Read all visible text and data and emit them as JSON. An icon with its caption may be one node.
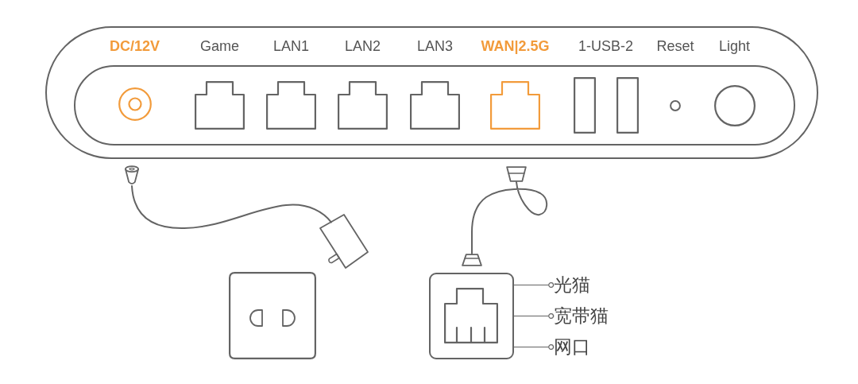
{
  "diagram": {
    "nodes": [
      {
        "text": [],
        "shape": "box"
      },
      {
        "text": [
          "DC/12V"
        ],
        "in": 0
      },
      {
        "text": [
          "Game"
        ],
        "in": 0
      },
      {
        "text": [
          "LAN1"
        ],
        "in": 0
      },
      {
        "text": [
          "LAN2"
        ],
        "in": 0
      },
      {
        "text": [
          "LAN3"
        ],
        "in": 0
      },
      {
        "text": [
          "WAN|2.5G"
        ],
        "in": 0
      },
      {
        "text": [
          "1-USB-2"
        ],
        "in": 0
      },
      {
        "text": [
          "Light"
        ],
        "in": 0
      },
      {
        "text": [],
        "shape": "picture"
      },
      {
        "text": [],
        "shape": "picture"
      },
      {
        "text": [],
        "shape": "picture"
      },
      {
        "text": [],
        "shape": "picture"
      },
      {
        "text": [],
        "shape": "box"
      },
      {
        "text": [
          "光猫"
        ]
      },
      {
        "text": [
          "宽带猫"
        ]
      },
      {
        "text": [
          "网口"
        ]
      }
    ],
    "edges": [
      {
        "from": 9,
        "to": 11,
        "arrow": "none"
      },
      {
        "from": 10,
        "to": 12,
        "arrow": "none"
      },
      {
        "from": 13,
        "to": 14,
        "arrow": "other"
      },
      {
        "from": 13,
        "to": 15,
        "arrow": "other"
      },
      {
        "from": 13,
        "to": 16,
        "arrow": "other"
      }
    ],
    "labels": [
      "Reset"
    ]
  }
}
